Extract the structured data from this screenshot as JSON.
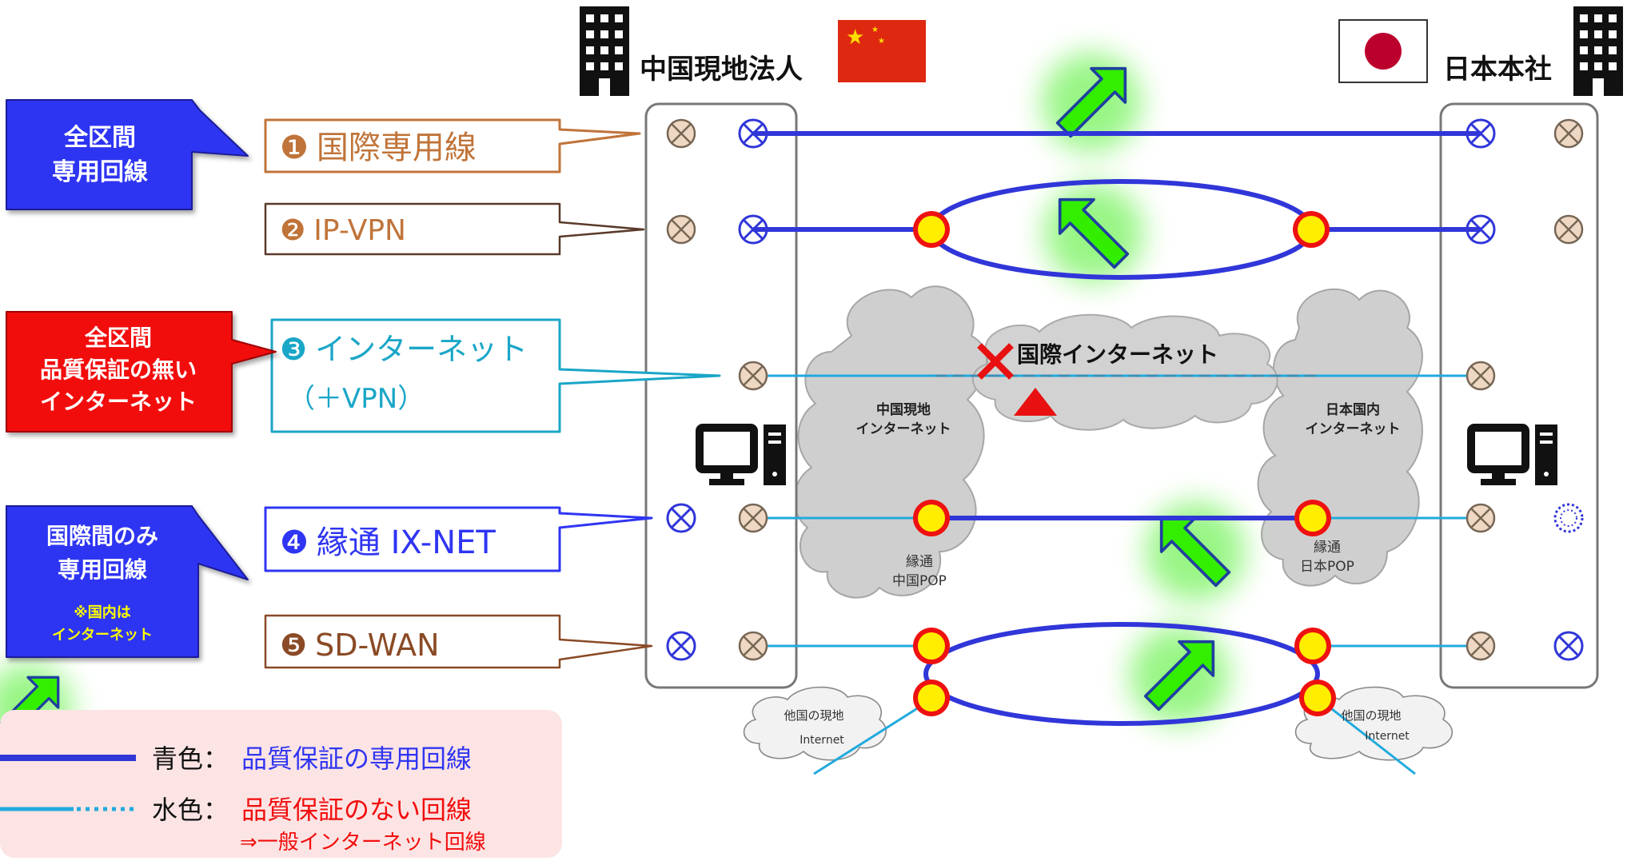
{
  "sites": {
    "china": {
      "label": "中国現地法人",
      "flag_color": "#de2910",
      "star_color": "#ffde00"
    },
    "japan": {
      "label": "日本本社",
      "flag_color": "#bc002d"
    }
  },
  "callouts": [
    {
      "lines": [
        "全区間",
        "専用回線"
      ],
      "color": "#2f35f2"
    },
    {
      "lines": [
        "全区間",
        "品質保証の無い",
        "インターネット"
      ],
      "color": "#f20d0d"
    },
    {
      "lines": [
        "国際間のみ",
        "専用回線"
      ],
      "note_lines": [
        "※国内は",
        "インターネット"
      ],
      "color": "#2f35f2",
      "note_color": "#ffff00"
    }
  ],
  "services": [
    {
      "num": "❶",
      "label": "国際専用線",
      "color": "#c0743a"
    },
    {
      "num": "❷",
      "label": "IP-VPN",
      "color": "#c0743a"
    },
    {
      "num": "❸",
      "label": "インターネット",
      "sub": "（＋VPN）",
      "color": "#1aa6c7"
    },
    {
      "num": "❹",
      "label": "縁通 IX-NET",
      "color": "#2f35f2"
    },
    {
      "num": "❺",
      "label": "SD-WAN",
      "color": "#c0743a"
    }
  ],
  "clouds": {
    "intl": "国際インターネット",
    "cn_local": [
      "中国現地",
      "インターネット"
    ],
    "jp_local": [
      "日本国内",
      "インターネット"
    ],
    "cn_pop": [
      "縁通",
      "中国POP"
    ],
    "jp_pop": [
      "縁通",
      "日本POP"
    ],
    "other_left": [
      "他国の現地",
      "Internet"
    ],
    "other_right": [
      "他国の現地",
      "Internet"
    ]
  },
  "legend": {
    "blue_label": "青色：",
    "blue_desc": "品質保証の専用回線",
    "cyan_label": "水色：",
    "cyan_desc": "品質保証のない回線",
    "cyan_sub": "⇒一般インターネット回線"
  },
  "colors": {
    "dedicated": "#3036d8",
    "internet": "#22aadd",
    "node_fill": "#ffee00",
    "node_ring": "#ee1111",
    "arrow": "#33ee00"
  }
}
